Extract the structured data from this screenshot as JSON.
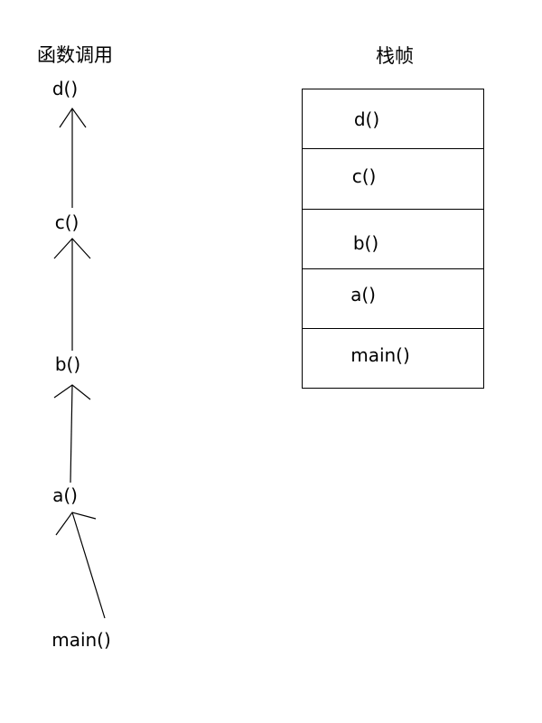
{
  "left": {
    "title": "函数调用",
    "calls": [
      "d()",
      "c()",
      "b()",
      "a()",
      "main()"
    ]
  },
  "right": {
    "title": "栈帧",
    "frames": [
      "d()",
      "c()",
      "b()",
      "a()",
      "main()"
    ]
  }
}
